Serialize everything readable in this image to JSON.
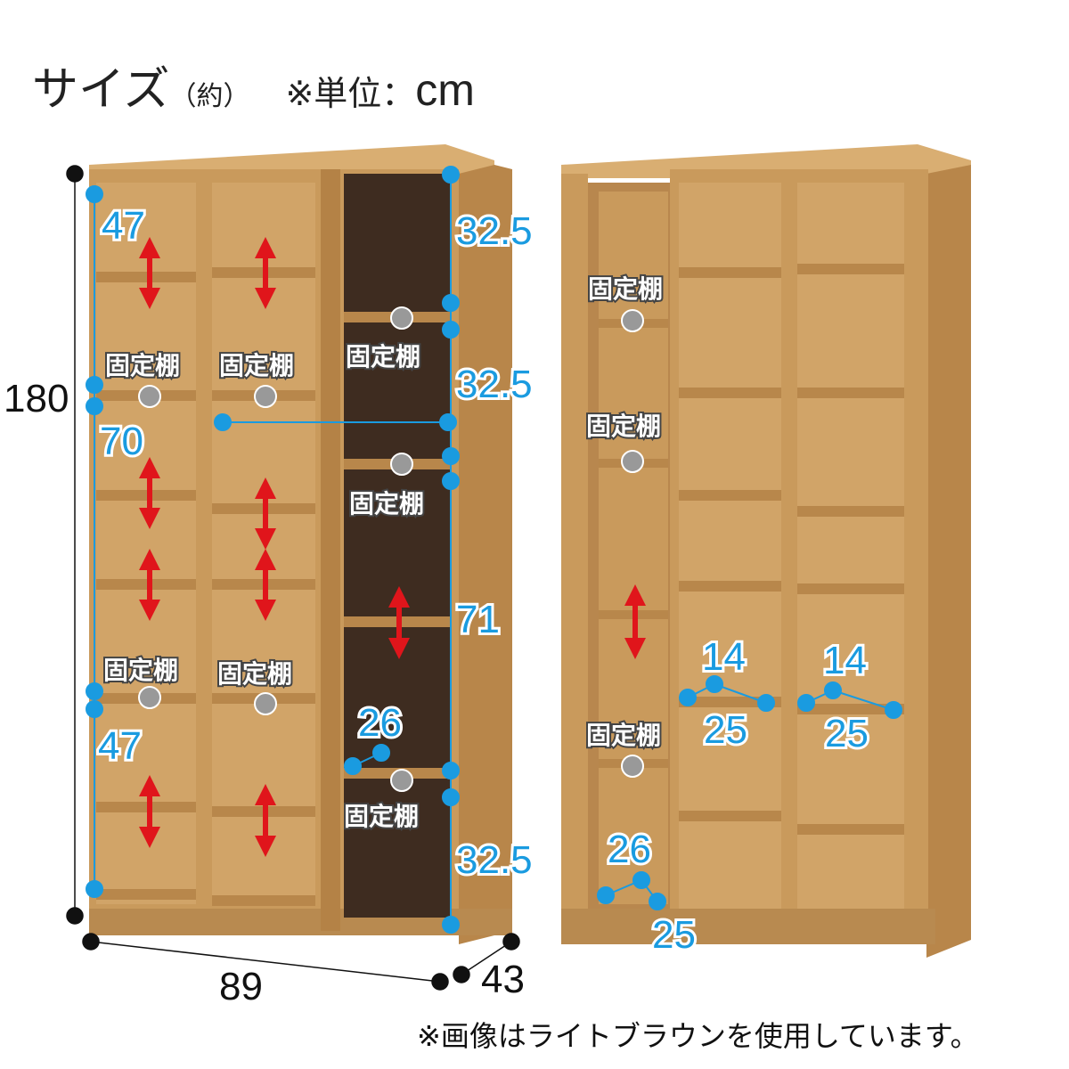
{
  "title": {
    "main": "サイズ",
    "approx": "（約）",
    "unit_prefix": "※単位：",
    "unit": "cm"
  },
  "dimensions": {
    "height": "180",
    "width": "89",
    "depth": "43",
    "left_top": "47",
    "left_mid": "70",
    "left_bottom": "47",
    "right_top": "32.5",
    "right_second": "32.5",
    "right_mid": "71",
    "right_bottom": "32.5",
    "slot_depth_left": "26",
    "inner_a_top": "14",
    "inner_a_bottom": "25",
    "inner_b_top": "14",
    "inner_b_bottom": "25",
    "back_depth": "26",
    "back_width": "25"
  },
  "fixed_shelf_label": "固定棚",
  "footnote": "※画像はライトブラウンを使用しています。",
  "colors": {
    "dimension": "#1a9be0",
    "adjust_arrow": "#e0151b",
    "wood": "#c99a5c"
  }
}
